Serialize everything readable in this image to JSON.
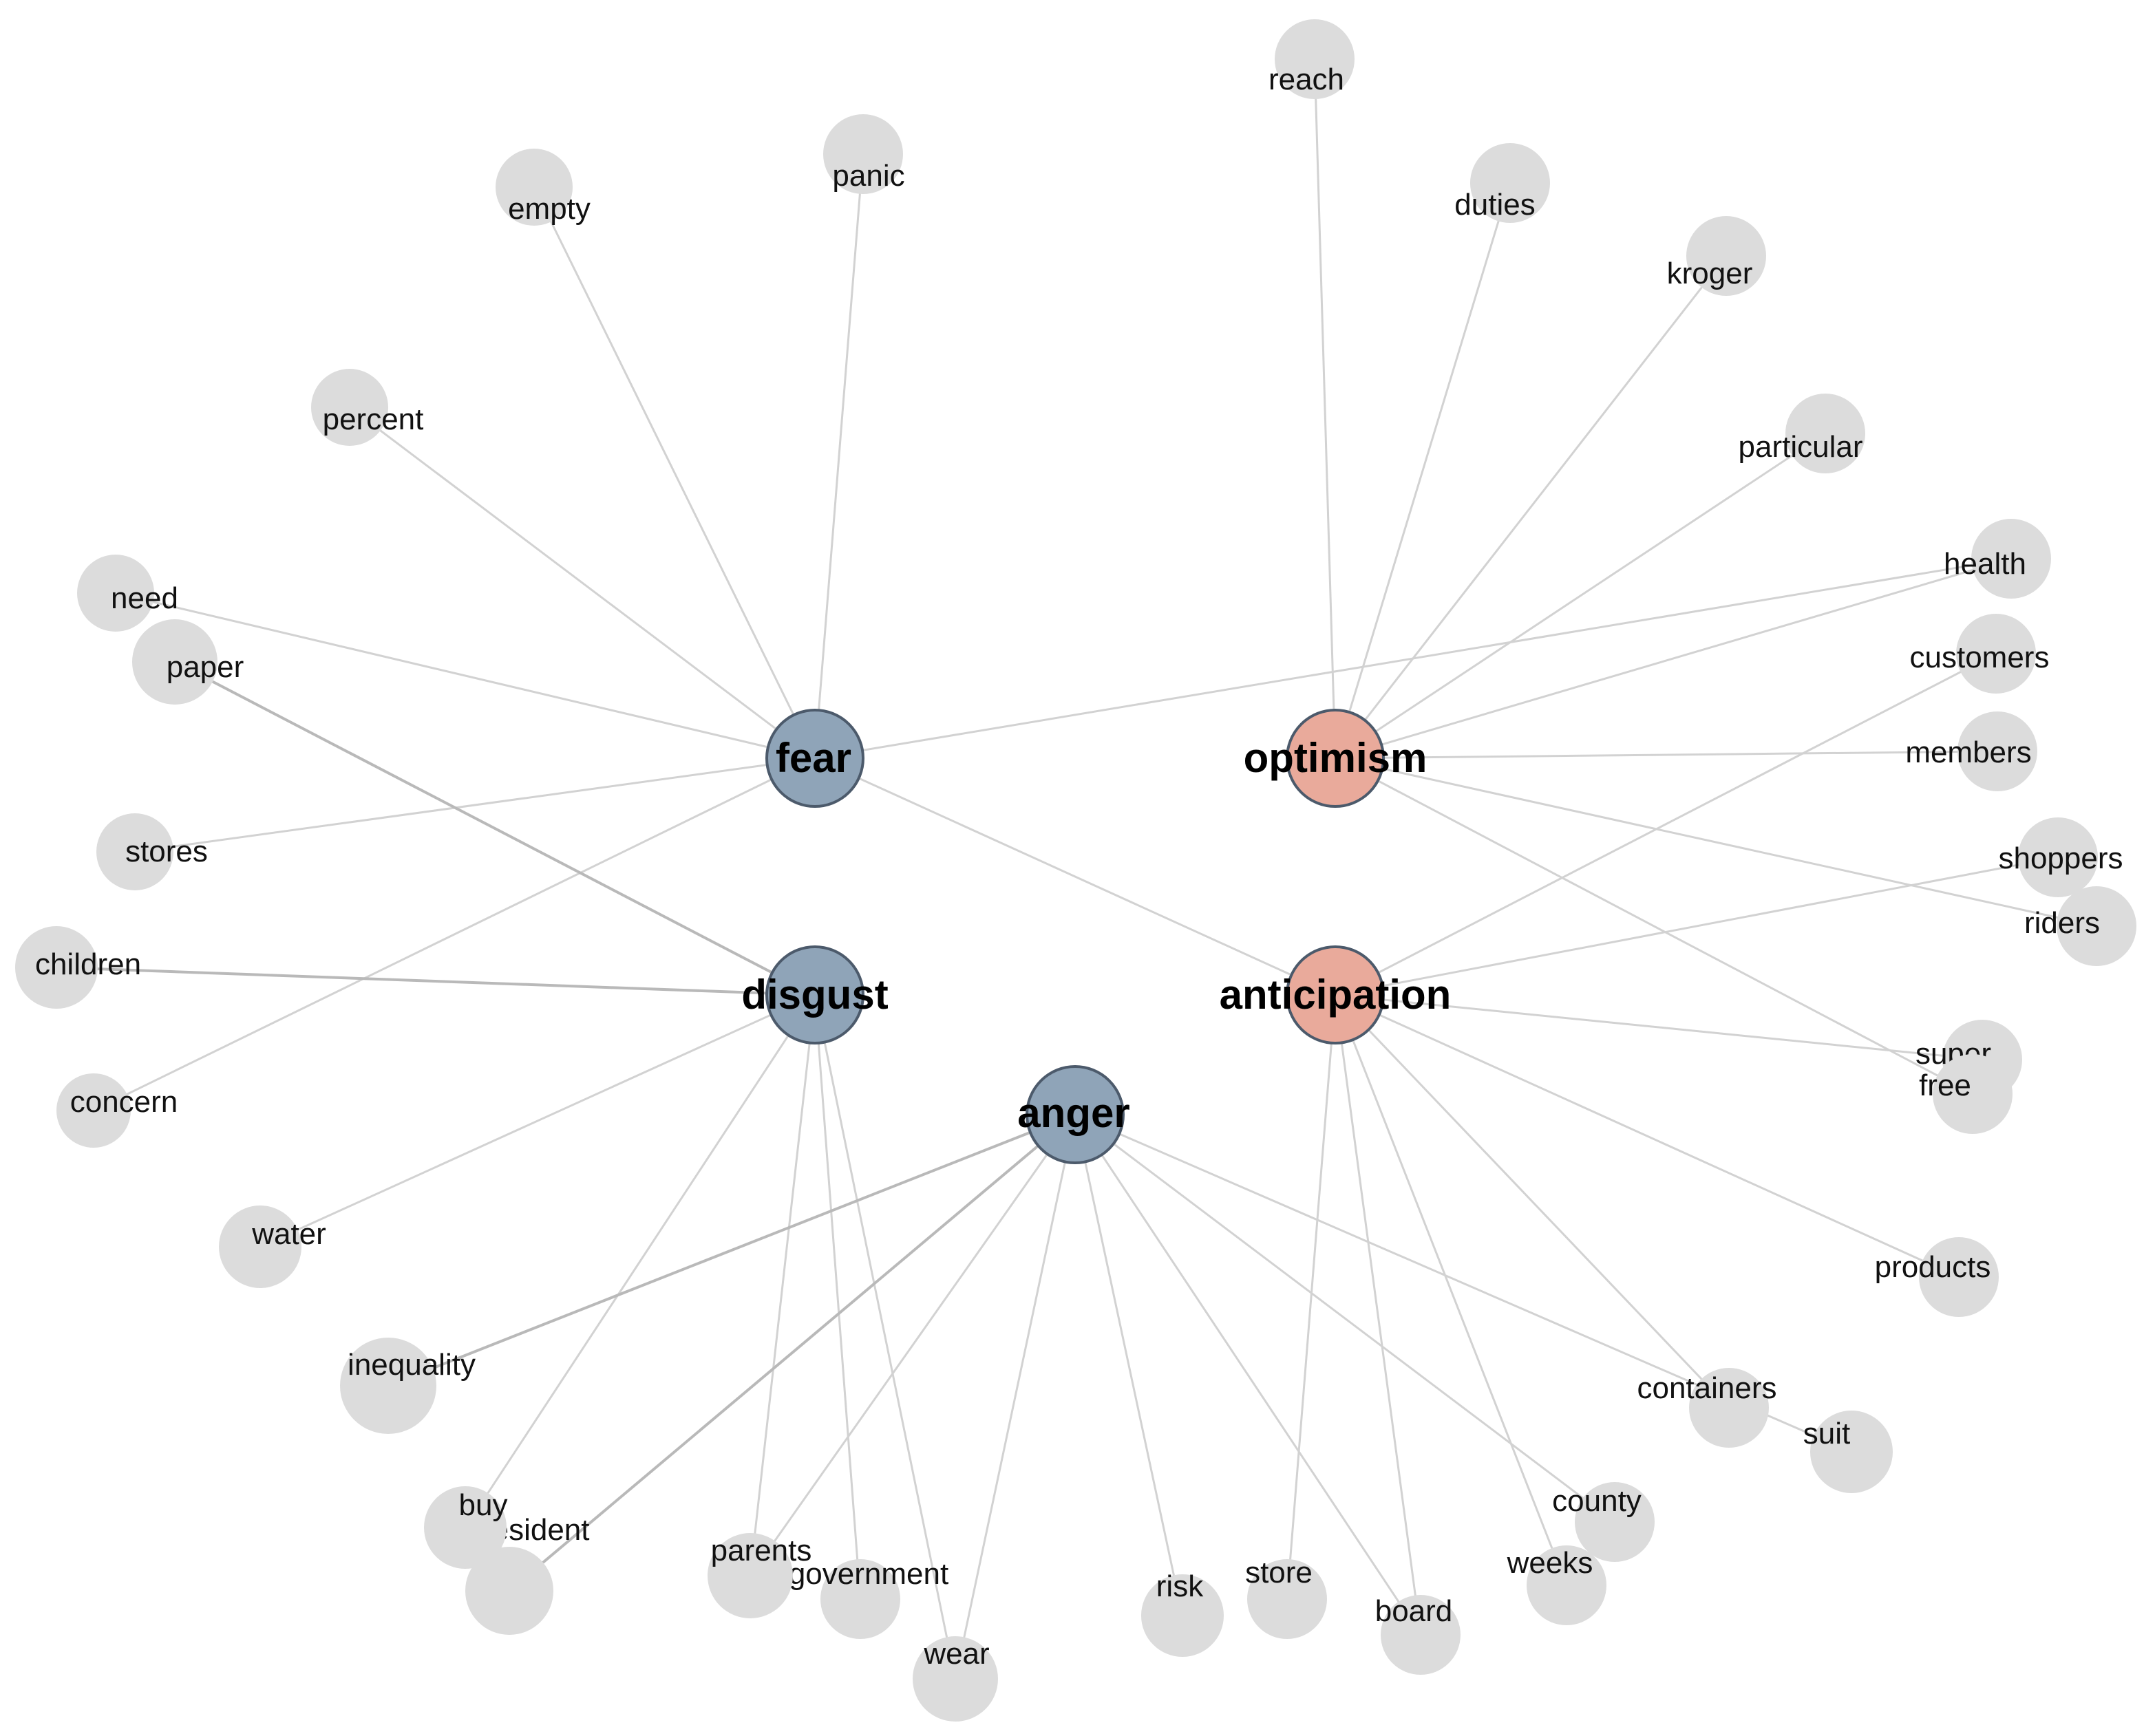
{
  "colors": {
    "negative_hub": "#8fa4b8",
    "positive_hub": "#e9aa9b",
    "leaf_node": "#dcdcdc",
    "edge": "#d2d2d2"
  },
  "hubs": [
    {
      "id": "fear",
      "label": "fear",
      "sentiment": "negative"
    },
    {
      "id": "optimism",
      "label": "optimism",
      "sentiment": "positive"
    },
    {
      "id": "disgust",
      "label": "disgust",
      "sentiment": "negative"
    },
    {
      "id": "anticipation",
      "label": "anticipation",
      "sentiment": "positive"
    },
    {
      "id": "anger",
      "label": "anger",
      "sentiment": "negative"
    }
  ],
  "words": [
    {
      "id": "reach",
      "label": "reach"
    },
    {
      "id": "duties",
      "label": "duties"
    },
    {
      "id": "kroger",
      "label": "kroger"
    },
    {
      "id": "particular",
      "label": "particular"
    },
    {
      "id": "health",
      "label": "health"
    },
    {
      "id": "customers",
      "label": "customers"
    },
    {
      "id": "members",
      "label": "members"
    },
    {
      "id": "shoppers",
      "label": "shoppers"
    },
    {
      "id": "riders",
      "label": "riders"
    },
    {
      "id": "super",
      "label": "super"
    },
    {
      "id": "free",
      "label": "free"
    },
    {
      "id": "products",
      "label": "products"
    },
    {
      "id": "containers",
      "label": "containers"
    },
    {
      "id": "suit",
      "label": "suit"
    },
    {
      "id": "county",
      "label": "county"
    },
    {
      "id": "weeks",
      "label": "weeks"
    },
    {
      "id": "board",
      "label": "board"
    },
    {
      "id": "store",
      "label": "store"
    },
    {
      "id": "risk",
      "label": "risk"
    },
    {
      "id": "wear",
      "label": "wear"
    },
    {
      "id": "government",
      "label": "government"
    },
    {
      "id": "parents",
      "label": "parents"
    },
    {
      "id": "president",
      "label": "president"
    },
    {
      "id": "buy",
      "label": "buy"
    },
    {
      "id": "inequality",
      "label": "inequality"
    },
    {
      "id": "water",
      "label": "water"
    },
    {
      "id": "concern",
      "label": "concern"
    },
    {
      "id": "children",
      "label": "children"
    },
    {
      "id": "stores",
      "label": "stores"
    },
    {
      "id": "paper",
      "label": "paper"
    },
    {
      "id": "need",
      "label": "need"
    },
    {
      "id": "percent",
      "label": "percent"
    },
    {
      "id": "empty",
      "label": "empty"
    },
    {
      "id": "panic",
      "label": "panic"
    }
  ],
  "edges": [
    [
      "fear",
      "panic"
    ],
    [
      "fear",
      "empty"
    ],
    [
      "fear",
      "percent"
    ],
    [
      "fear",
      "need"
    ],
    [
      "fear",
      "stores"
    ],
    [
      "fear",
      "concern"
    ],
    [
      "fear",
      "health"
    ],
    [
      "fear",
      "anticipation"
    ],
    [
      "optimism",
      "reach"
    ],
    [
      "optimism",
      "duties"
    ],
    [
      "optimism",
      "kroger"
    ],
    [
      "optimism",
      "particular"
    ],
    [
      "optimism",
      "health"
    ],
    [
      "optimism",
      "members"
    ],
    [
      "optimism",
      "riders"
    ],
    [
      "optimism",
      "free"
    ],
    [
      "disgust",
      "paper"
    ],
    [
      "disgust",
      "children"
    ],
    [
      "disgust",
      "water"
    ],
    [
      "disgust",
      "buy"
    ],
    [
      "disgust",
      "parents"
    ],
    [
      "disgust",
      "government"
    ],
    [
      "disgust",
      "wear"
    ],
    [
      "anticipation",
      "customers"
    ],
    [
      "anticipation",
      "shoppers"
    ],
    [
      "anticipation",
      "super"
    ],
    [
      "anticipation",
      "products"
    ],
    [
      "anticipation",
      "containers"
    ],
    [
      "anticipation",
      "weeks"
    ],
    [
      "anticipation",
      "board"
    ],
    [
      "anticipation",
      "store"
    ],
    [
      "anger",
      "inequality"
    ],
    [
      "anger",
      "president"
    ],
    [
      "anger",
      "parents"
    ],
    [
      "anger",
      "wear"
    ],
    [
      "anger",
      "risk"
    ],
    [
      "anger",
      "board"
    ],
    [
      "anger",
      "county"
    ],
    [
      "anger",
      "suit"
    ]
  ],
  "dark_edges": [
    [
      "disgust",
      "paper"
    ],
    [
      "disgust",
      "children"
    ],
    [
      "anger",
      "inequality"
    ],
    [
      "anger",
      "president"
    ]
  ]
}
